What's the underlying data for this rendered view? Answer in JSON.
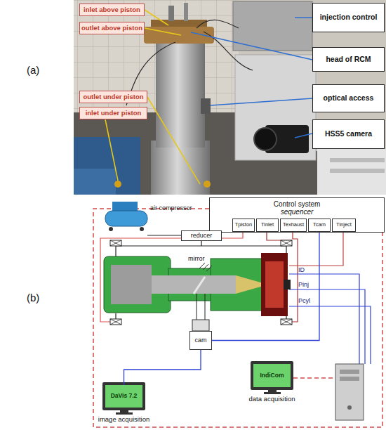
{
  "diagram": {
    "nodes": [
      {
        "text": [
          "inlet above piston"
        ]
      },
      {
        "text": [
          "outlet above piston"
        ]
      },
      {
        "text": [
          "injection control"
        ]
      },
      {
        "text": [
          "head of RCM"
        ]
      },
      {
        "text": [
          "outlet under piston"
        ]
      },
      {
        "text": [
          "inlet under piston"
        ]
      },
      {
        "text": [
          "optical access"
        ]
      },
      {
        "text": [
          "HSS5 camera"
        ]
      },
      {
        "text": [
          "Control system",
          "sequencer"
        ]
      },
      {
        "text": [
          "Tpiston"
        ],
        "in": 8
      },
      {
        "text": [
          "Tinlet"
        ],
        "in": 8
      },
      {
        "text": [
          "Texhaust"
        ],
        "in": 8
      },
      {
        "text": [
          "Tcam"
        ],
        "in": 8
      },
      {
        "text": [
          "Tinject"
        ],
        "in": 8
      },
      {
        "text": [
          "reducer"
        ]
      },
      {
        "text": [
          "cam"
        ]
      },
      {
        "text": [
          "DaVis 7.2",
          "image acquisition"
        ]
      },
      {
        "text": [
          "IndiCom",
          "data acquisition"
        ]
      }
    ],
    "edges": [
      {
        "from": 12,
        "to": 15,
        "arrow": "none"
      },
      {
        "from": 15,
        "to": 16,
        "arrow": "none"
      }
    ],
    "labels": [
      "(a)",
      "(b)",
      "air compressor",
      "mirror",
      "ID",
      "Pinj",
      "Pcyl"
    ]
  }
}
